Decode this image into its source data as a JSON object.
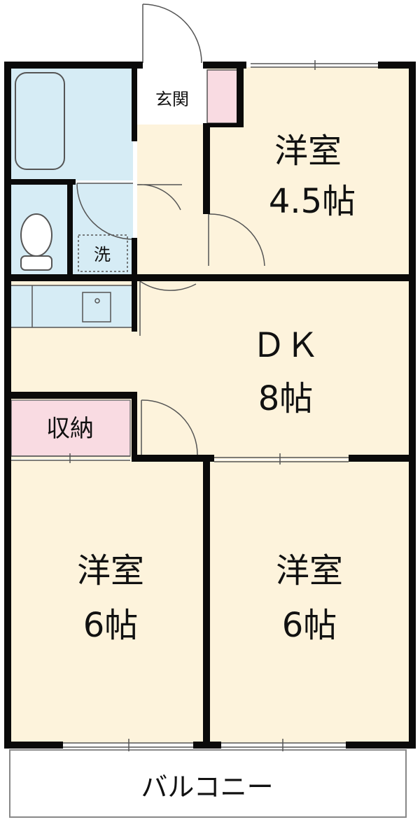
{
  "floorplan": {
    "rooms": {
      "entrance": {
        "label": "玄関"
      },
      "washer": {
        "label": "洗"
      },
      "closet": {
        "label": "収納"
      },
      "western_room_top": {
        "name": "洋室",
        "size": "4.5帖"
      },
      "dining_kitchen": {
        "name": "ＤＫ",
        "size": "8帖"
      },
      "western_room_left": {
        "name": "洋室",
        "size": "6帖"
      },
      "western_room_right": {
        "name": "洋室",
        "size": "6帖"
      },
      "balcony": {
        "label": "バルコニー"
      }
    },
    "colors": {
      "wall": "#0a0a0a",
      "room_fill": "#fdf3dc",
      "wet_area_fill": "#d6ecf5",
      "storage_fill": "#f9dbe2",
      "fixture_stroke": "#555555"
    }
  }
}
